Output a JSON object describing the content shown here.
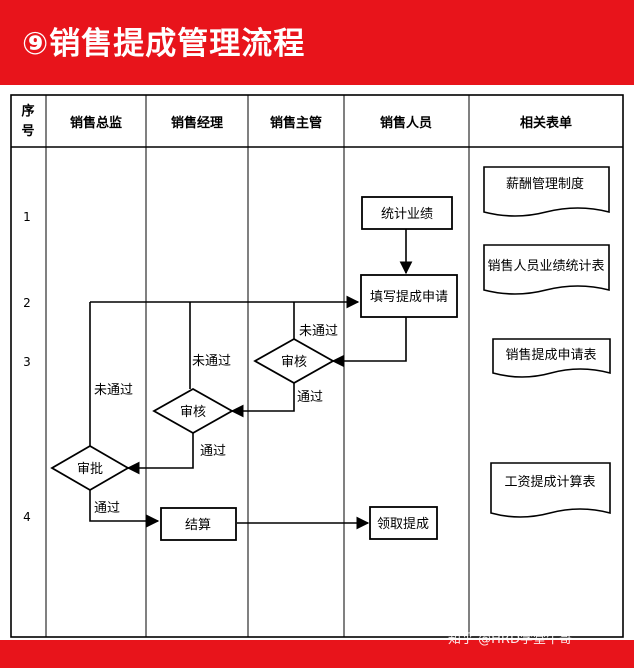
{
  "title": "⑨销售提成管理流程",
  "watermark": "知乎 @HRD学堂牛哥",
  "table": {
    "header_seq_top": "序",
    "header_seq_bottom": "号",
    "columns": [
      "销售总监",
      "销售经理",
      "销售主管",
      "销售人员",
      "相关表单"
    ],
    "row_numbers": [
      "1",
      "2",
      "3",
      "4"
    ]
  },
  "nodes": {
    "stats": "统计业绩",
    "fill_request": "填写提成申请",
    "review_supervisor": "审核",
    "review_manager": "审核",
    "approve_director": "审批",
    "settle": "结算",
    "receive": "领取提成"
  },
  "edge_labels": {
    "supervisor_reject": "未通过",
    "supervisor_pass": "通过",
    "manager_reject": "未通过",
    "manager_pass": "通过",
    "director_reject": "未通过",
    "director_pass": "通过"
  },
  "documents": [
    "薪酬管理制度",
    "销售人员业绩统计表",
    "销售提成申请表",
    "工资提成计算表"
  ]
}
